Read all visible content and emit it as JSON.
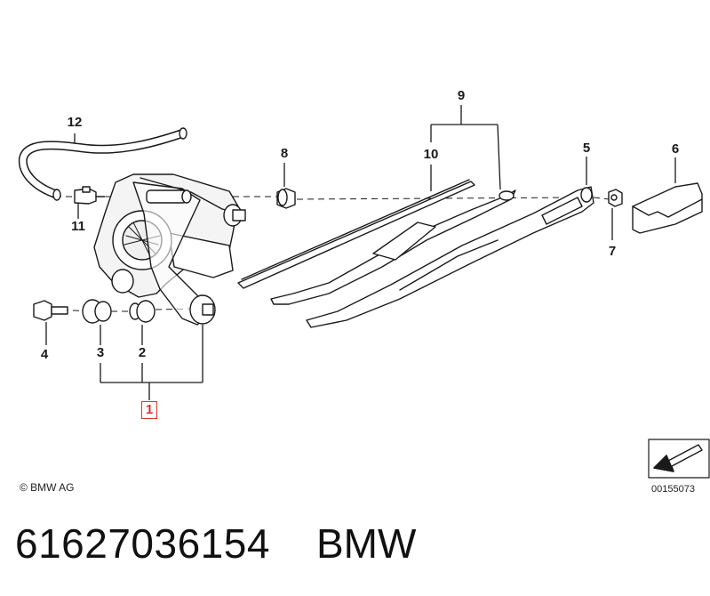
{
  "callouts": {
    "c1": "1",
    "c2": "2",
    "c3": "3",
    "c4": "4",
    "c5": "5",
    "c6": "6",
    "c7": "7",
    "c8": "8",
    "c9": "9",
    "c10": "10",
    "c11": "11",
    "c12": "12"
  },
  "copyright": "© BMW AG",
  "diagram_number": "00155073",
  "part_number": "61627036154",
  "brand": "BMW",
  "colors": {
    "line": "#1a1a1a",
    "highlight": "#e03030",
    "fill": "#ffffff",
    "shade": "#e8e8e8"
  }
}
